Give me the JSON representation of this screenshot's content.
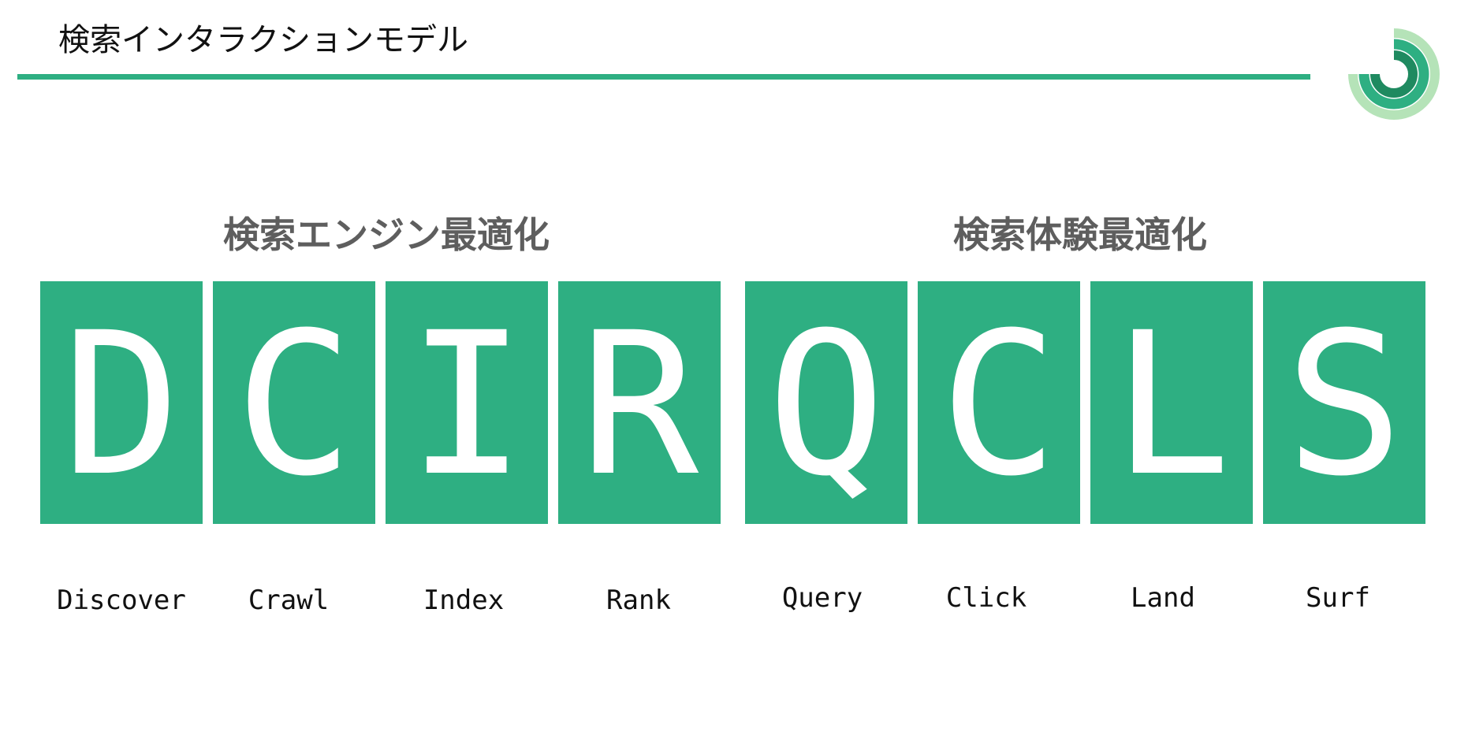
{
  "slide": {
    "title": "検索インタラクションモデル"
  },
  "logo": {
    "icon": "ring-logo-icon",
    "colors": {
      "outer": "#b5e3b8",
      "middle": "#2eaf82",
      "inner": "#1f8a60"
    }
  },
  "groups": [
    {
      "heading": "検索エンジン最適化"
    },
    {
      "heading": "検索体験最適化"
    }
  ],
  "tiles": [
    {
      "letter": "D",
      "label": "Discover"
    },
    {
      "letter": "C",
      "label": "Crawl"
    },
    {
      "letter": "I",
      "label": "Index"
    },
    {
      "letter": "R",
      "label": "Rank"
    },
    {
      "letter": "Q",
      "label": "Query"
    },
    {
      "letter": "C",
      "label": "Click"
    },
    {
      "letter": "L",
      "label": "Land"
    },
    {
      "letter": "S",
      "label": "Surf"
    }
  ],
  "colors": {
    "accent": "#2eaf82",
    "heading": "#5e5e5e",
    "text": "#111111"
  }
}
